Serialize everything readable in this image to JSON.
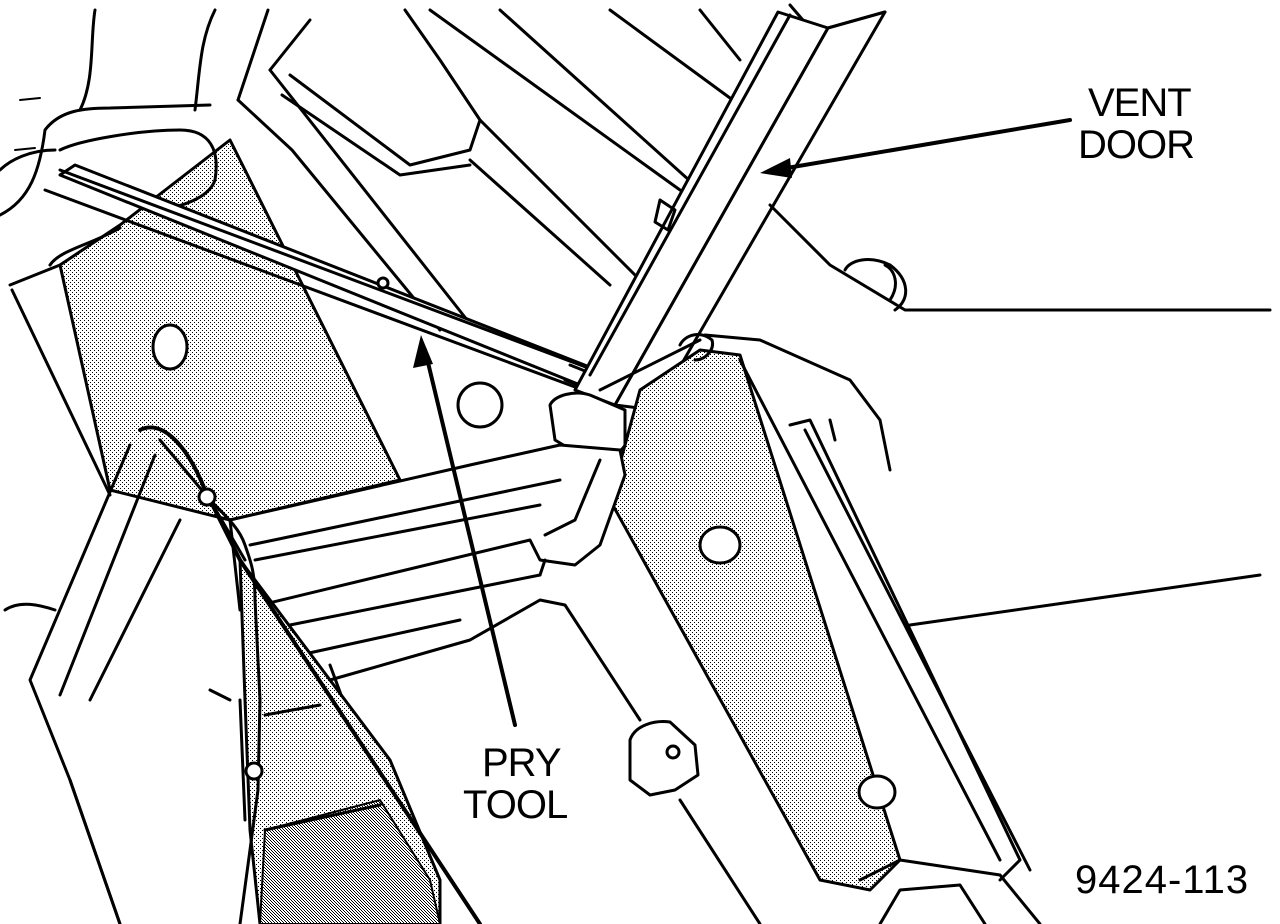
{
  "labels": {
    "vent_door_line1": "VENT",
    "vent_door_line2": "DOOR",
    "pry_tool_line1": "PRY",
    "pry_tool_line2": "TOOL"
  },
  "figure_number": "9424-113"
}
